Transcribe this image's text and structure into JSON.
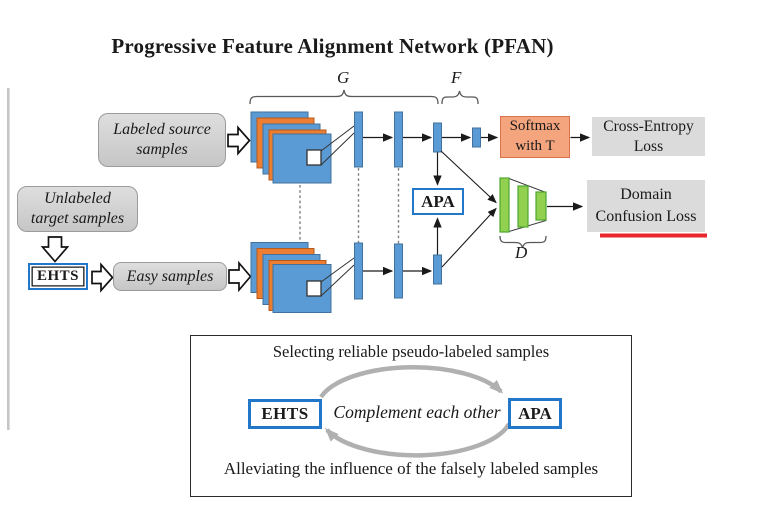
{
  "figure": {
    "title": "Progressive Feature Alignment Network (PFAN)"
  },
  "network": {
    "generator_label": "G",
    "classifier_label": "F",
    "discriminator_label": "D",
    "labeled_source": {
      "line1": "Labeled source",
      "line2": "samples"
    },
    "unlabeled_target": {
      "line1": "Unlabeled",
      "line2": "target samples"
    },
    "ehts_label": "EHTS",
    "easy_samples_label": "Easy samples",
    "apa_label": "APA",
    "softmax": {
      "line1": "Softmax",
      "line2": "with T"
    },
    "cross_entropy": {
      "line1": "Cross-Entropy",
      "line2": "Loss"
    },
    "domain_confusion": {
      "line1": "Domain",
      "line2": "Confusion Loss"
    }
  },
  "cycle_box": {
    "top_text": "Selecting reliable pseudo-labeled samples",
    "ehts_label": "EHTS",
    "center_text": "Complement each other",
    "apa_label": "APA",
    "bottom_text": "Alleviating the influence of the falsely labeled samples"
  },
  "colors": {
    "feature_map_blue": "#5b9bd5",
    "feature_map_orange": "#ed7d31",
    "layer_bar_blue": "#5b9bd5",
    "discriminator_green": "#92d050",
    "softmax_orange": "#f5a57e",
    "loss_box_gray": "#dbdbdb",
    "accent_blue_border": "#2277c8",
    "annotation_red": "#e8262d",
    "cycle_arrow_gray": "#b0b0b0"
  }
}
